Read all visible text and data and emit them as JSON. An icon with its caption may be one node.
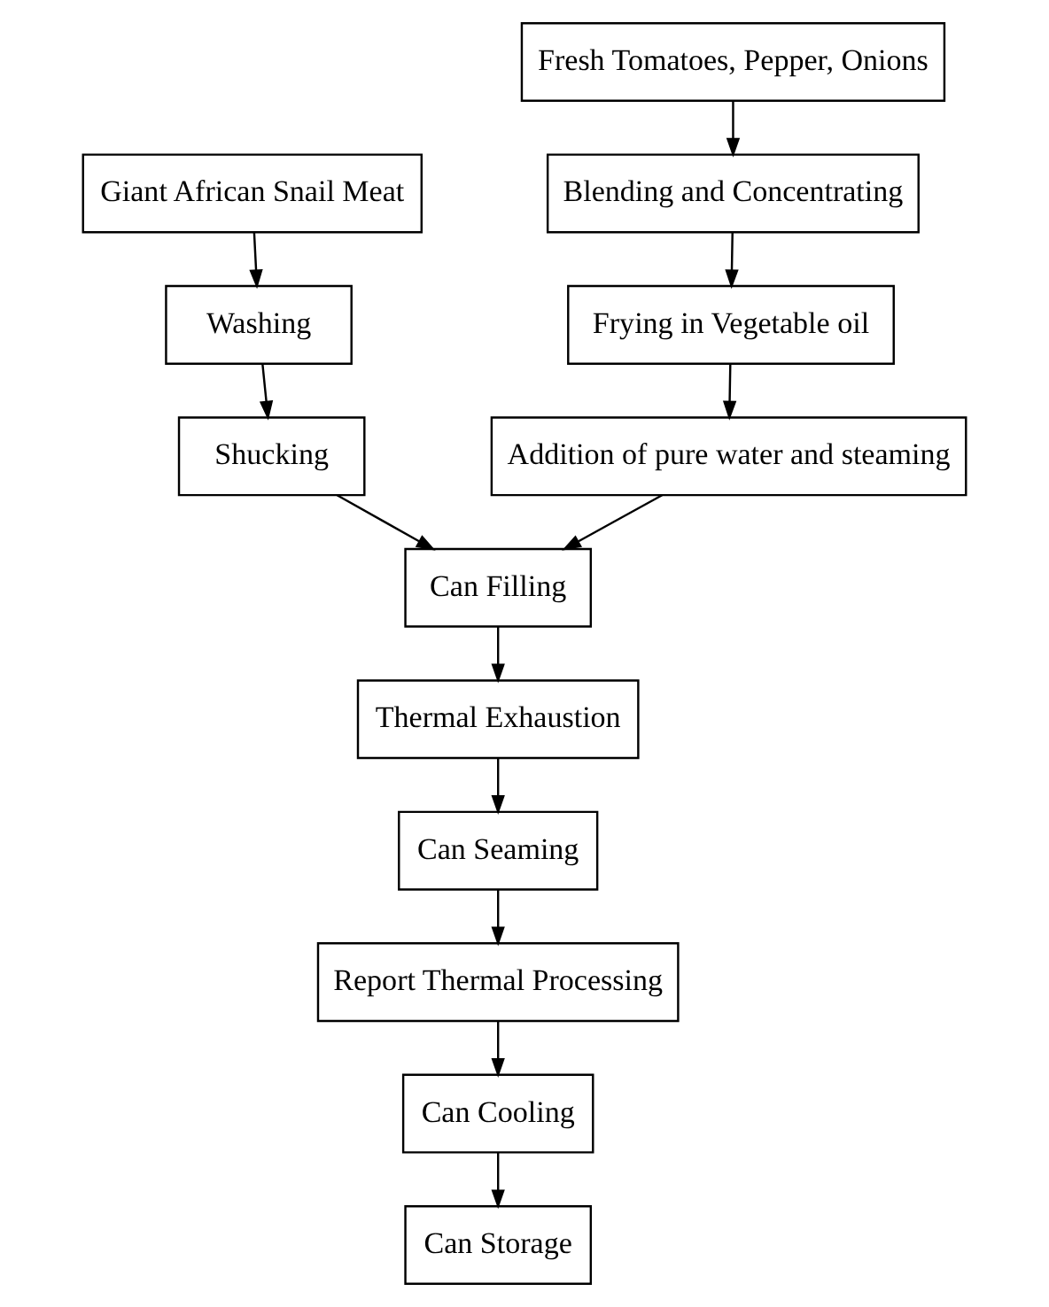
{
  "diagram": {
    "nodes": [
      {
        "text": [
          "Giant African Snail Meat"
        ]
      },
      {
        "text": [
          "Washing"
        ]
      },
      {
        "text": [
          "Shucking"
        ]
      },
      {
        "text": [
          "Can Filling"
        ]
      },
      {
        "text": [
          "Thermal Exhaustion"
        ]
      },
      {
        "text": [
          "Can Seaming"
        ]
      },
      {
        "text": [
          "Report Thermal Processing"
        ]
      },
      {
        "text": [
          "Can Cooling"
        ]
      },
      {
        "text": [
          "Can Storage"
        ]
      },
      {
        "text": [
          "Fresh Tomatoes, Pepper, Onions"
        ]
      },
      {
        "text": [
          "Blending and Concentrating"
        ]
      },
      {
        "text": [
          "Frying in Vegetable oil"
        ]
      },
      {
        "text": [
          "Addition of pure water and steaming"
        ]
      }
    ],
    "edges": [
      {
        "from": 0,
        "to": 1,
        "arrow": "to"
      },
      {
        "from": 1,
        "to": 2,
        "arrow": "to"
      },
      {
        "from": 2,
        "to": 3,
        "arrow": "to"
      },
      {
        "from": 3,
        "to": 4,
        "arrow": "to"
      },
      {
        "from": 4,
        "to": 5,
        "arrow": "to"
      },
      {
        "from": 5,
        "to": 6,
        "arrow": "to"
      },
      {
        "from": 6,
        "to": 7,
        "arrow": "to"
      },
      {
        "from": 7,
        "to": 8,
        "arrow": "to"
      },
      {
        "from": 9,
        "to": 10,
        "arrow": "to"
      },
      {
        "from": 10,
        "to": 11,
        "arrow": "to"
      },
      {
        "from": 11,
        "to": 12,
        "arrow": "to"
      },
      {
        "from": 12,
        "to": 3,
        "arrow": "to"
      }
    ]
  }
}
